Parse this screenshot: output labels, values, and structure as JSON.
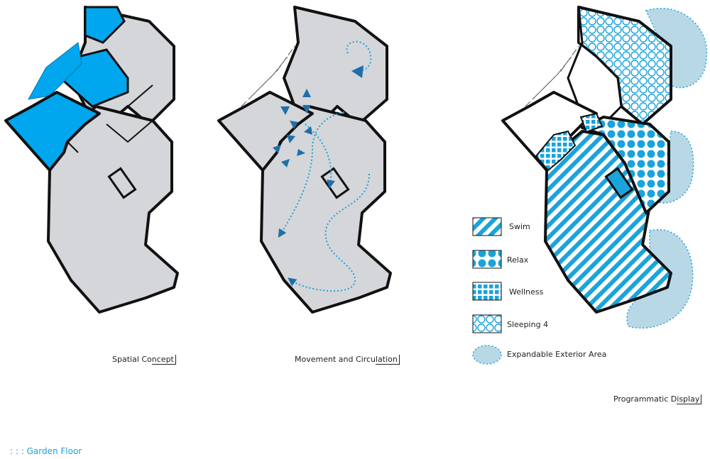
{
  "captions": {
    "concept": {
      "head": "Spatial Co",
      "tail": "ncept"
    },
    "movement": {
      "head": "Movement and Circu",
      "tail": "lation"
    },
    "programmatic": {
      "head": "Programmatic D",
      "tail": "isplay"
    }
  },
  "legend": {
    "swim": "Swim",
    "relax": "Relax",
    "wellness": "Wellness",
    "sleeping": "Sleeping 4",
    "exterior": "Expandable Exterior Area"
  },
  "floor_label": ": : : Garden Floor",
  "colors": {
    "accent": "#1aa3dc",
    "blue_fill": "#00a6ee",
    "gray_fill": "#d4d6da",
    "wall": "#111111",
    "exterior": "#b9d8e6",
    "arrow": "#1f6fa8"
  }
}
